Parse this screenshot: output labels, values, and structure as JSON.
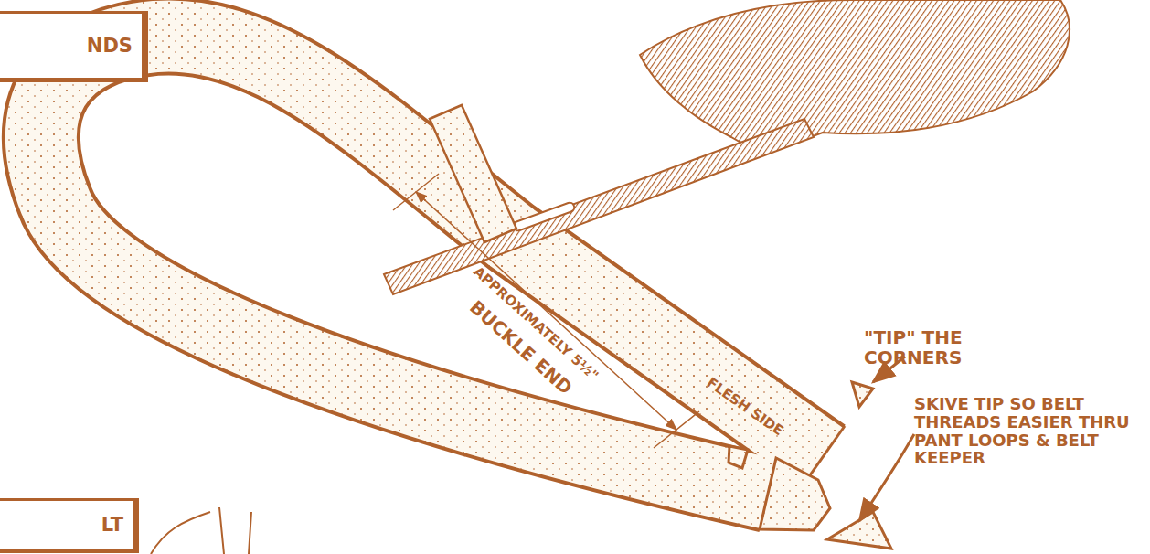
{
  "diagram": {
    "nodes": [
      {
        "text": [
          "NDS"
        ]
      },
      {
        "text": [
          "LT"
        ]
      }
    ],
    "labels": [
      "APPROXIMATELY 5½\"",
      "BUCKLE END",
      "FLESH SIDE",
      "\"TIP\" THE CORNERS",
      "SKIVE TIP SO BELT THREADS EASIER THRU PANT LOOPS & BELT KEEPER"
    ]
  }
}
